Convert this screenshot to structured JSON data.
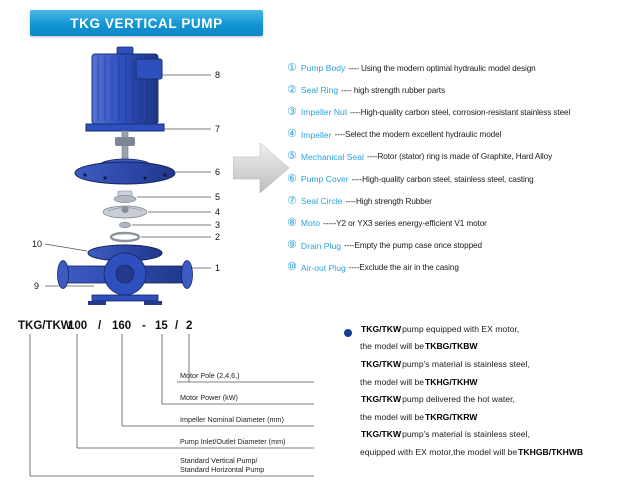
{
  "header": {
    "title": "TKG VERTICAL PUMP"
  },
  "diagram": {
    "callouts": {
      "c1": "1",
      "c2": "2",
      "c3": "3",
      "c4": "4",
      "c5": "5",
      "c6": "6",
      "c7": "7",
      "c8": "8",
      "c9": "9",
      "c10": "10"
    }
  },
  "parts": [
    {
      "num": "①",
      "name": "Pump Body",
      "desc": "---- Using the modern optimal hydraulic model design"
    },
    {
      "num": "②",
      "name": "Seal Ring",
      "desc": "---- high strength rubber parts"
    },
    {
      "num": "③",
      "name": "Impeller Nut",
      "desc": "----High-quality carbon steel, corrosion-resistant stainless steel"
    },
    {
      "num": "④",
      "name": "Impeller",
      "desc": "----Select the modern excellent hydraulic model"
    },
    {
      "num": "⑤",
      "name": "Mechanical Seal",
      "desc": "----Rotor (stator) ring is made of Graphite, Hard Alloy"
    },
    {
      "num": "⑥",
      "name": "Pump Cover",
      "desc": "----High-quality carbon steel, stainless steel, casting"
    },
    {
      "num": "⑦",
      "name": "Seal Circle",
      "desc": "----High strength Rubber"
    },
    {
      "num": "⑧",
      "name": "Moto",
      "desc": "-----Y2 or YX3 series energy-efficient V1 motor"
    },
    {
      "num": "⑨",
      "name": "Drain Plug",
      "desc": "----Empty the pump case once stopped"
    },
    {
      "num": "⑩",
      "name": "Air-out Plug",
      "desc": "----Exclude the air in the casing"
    }
  ],
  "model_code": {
    "segments": [
      "TKG/TKW",
      "100",
      "/",
      "160",
      "-",
      "15",
      "/",
      "2"
    ],
    "labels": [
      "Motor Pole (2,4,6,)",
      "Motor Power  (kW)",
      "Impeller Nominal Diameter (mm)",
      "Pump Inlet/Outlet Diameter (mm)",
      {
        "line1": "Standard Vertical Pump/",
        "line2": "Standard  Horizontal Pump"
      }
    ]
  },
  "notes": {
    "lines": [
      {
        "pre": "",
        "bold": "TKG/TKW",
        "post": " pump equipped with EX motor,"
      },
      {
        "pre": "the model will be ",
        "bold": "TKBG/TKBW",
        "post": ""
      },
      {
        "pre": "",
        "bold": "TKG/TKW",
        "post": " pump's material is stainless steel,"
      },
      {
        "pre": "the model will be ",
        "bold": "TKHG/TKHW",
        "post": ""
      },
      {
        "pre": "",
        "bold": "TKG/TKW",
        "post": " pump delivered the hot water,"
      },
      {
        "pre": "the model will be ",
        "bold": "TKRG/TKRW",
        "post": ""
      },
      {
        "pre": "",
        "bold": "TKG/TKW",
        "post": " pump's material is stainless steel,"
      },
      {
        "pre": "equipped with EX motor,the model will be ",
        "bold": "TKHGB/TKHWB",
        "post": ""
      }
    ]
  },
  "colors": {
    "accent_blue": "#2aa3dc",
    "banner_blue": "#1496d4",
    "pump_blue": "#2e4fbe"
  }
}
